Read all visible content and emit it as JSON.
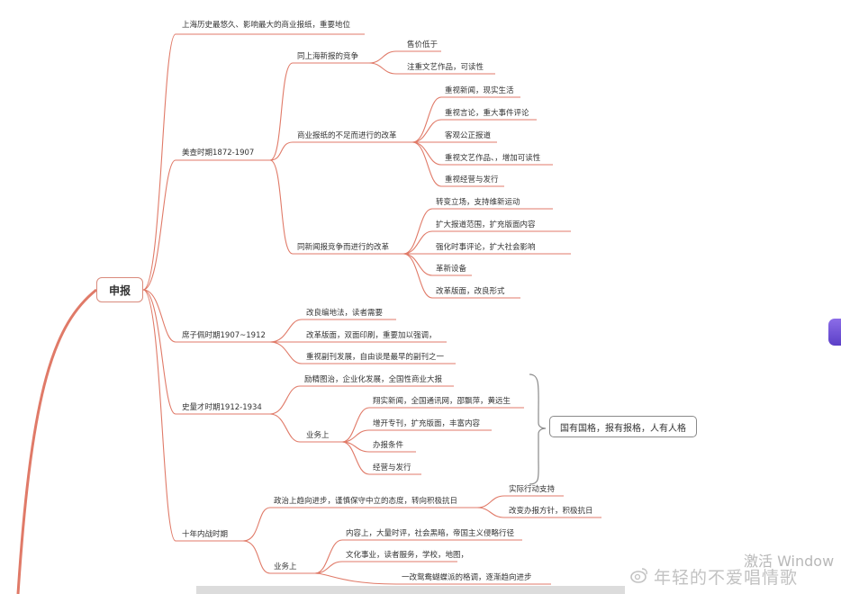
{
  "root": "申报",
  "n0": "上海历史最悠久、影响最大的商业报纸，重要地位",
  "n1": {
    "label": "美查时期1872-1907",
    "a": {
      "label": "同上海新报的竞争",
      "items": [
        "售价低于",
        "注重文艺作品，可读性"
      ]
    },
    "b": {
      "label": "商业报纸的不足而进行的改革",
      "items": [
        "重视新闻，现实生活",
        "重视言论，重大事件评论",
        "客观公正报道",
        "重视文艺作品、，增加可读性",
        "重视经营与发行"
      ]
    },
    "c": {
      "label": "同新闻报竞争而进行的改革",
      "items": [
        "转变立场，支持维新运动",
        "扩大报道范围，扩充版面内容",
        "强化时事评论，扩大社会影响",
        "革新设备",
        "改革版面，改良形式"
      ]
    }
  },
  "n2": {
    "label": "席子佩时期1907~1912",
    "items": [
      "改良编地法，读者需要",
      "改革版面，双面印刷，重要加以强调，",
      "重视副刊发展，自由谈是最早的副刊之一"
    ]
  },
  "n3": {
    "label": "史量才时期1912-1934",
    "a": "励精图治，企业化发展，全国性商业大报",
    "b": {
      "label": "业务上",
      "items": [
        "翔实新闻，全国通讯网，邵飘萍，黄远生",
        "增开专刊，扩充版面，丰富内容",
        "办报条件",
        "经营与发行"
      ]
    },
    "note": "国有国格，报有报格，人有人格"
  },
  "n4": {
    "label": "十年内战时期",
    "a": {
      "label": "政治上趋向进步，谨慎保守中立的态度，转向积极抗日",
      "items": [
        "实际行动支持",
        "改变办报方针，积极抗日"
      ]
    },
    "b": {
      "label": "业务上",
      "items": [
        "内容上，大量时评，社会黑暗，帝国主义侵略行径",
        "文化事业，读者服务，学校，地图，",
        "一改鸳鸯蝴蝶派的格调，逐渐趋向进步"
      ]
    }
  },
  "overlay": {
    "windows_text": "激活 Window",
    "weibo_text": "年轻的不爱唱情歌"
  },
  "colors": {
    "branch": "#e07a68",
    "root_border": "#d98a7c",
    "bracket": "#8a8a8a"
  }
}
